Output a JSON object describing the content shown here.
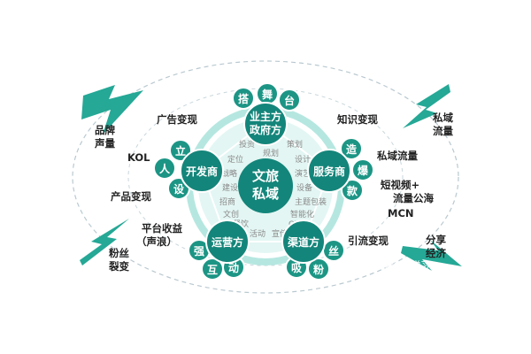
{
  "center": {
    "line1": "文旅",
    "line2": "私域"
  },
  "nodes": {
    "top": {
      "line1": "业主方",
      "line2": "政府方",
      "beads": [
        "搭",
        "舞",
        "台"
      ]
    },
    "left": {
      "label": "开发商",
      "beads": [
        "立",
        "人",
        "设"
      ]
    },
    "right": {
      "label": "服务商",
      "beads": [
        "造",
        "爆",
        "款"
      ]
    },
    "bottom_left": {
      "label": "运营方",
      "beads": [
        "强",
        "互",
        "动"
      ]
    },
    "bottom_right": {
      "label": "渠道方",
      "beads": [
        "吸",
        "粉",
        "丝"
      ]
    }
  },
  "ring_words": [
    "投资",
    "规划",
    "策划",
    "定位",
    "设计",
    "战略",
    "演艺",
    "建设",
    "设备",
    "招商",
    "主题包装",
    "文创",
    "智能化",
    "餐饮",
    "活动",
    "宣传",
    "OTA"
  ],
  "outer_labels": {
    "ad_monetize": "广告变现",
    "knowledge_monetize": "知识变现",
    "kol": "KOL",
    "private_traffic": "私域流量",
    "product_monetize": "产品变现",
    "short_video_1": "短视频+",
    "short_video_2": "流量公海",
    "mcn": "MCN",
    "platform_income_1": "平台收益",
    "platform_income_2": "（声浪）",
    "funnel_monetize": "引流变现"
  },
  "corner_labels": {
    "brand_1": "品牌",
    "brand_2": "声量",
    "private_domain_1": "私域",
    "private_domain_2": "流量",
    "fans_1": "粉丝",
    "fans_2": "裂变",
    "share_1": "分享",
    "share_2": "经济"
  },
  "watermark": "知乎 @研森献爱学习",
  "colors": {
    "teal_dark": "#14857a",
    "teal_bead": "#1c9585",
    "ring_light": "#b5e7e0",
    "ring_pale": "#e3f6f3",
    "bolt": "#25a896",
    "ellipse": "#b9c9d0"
  }
}
